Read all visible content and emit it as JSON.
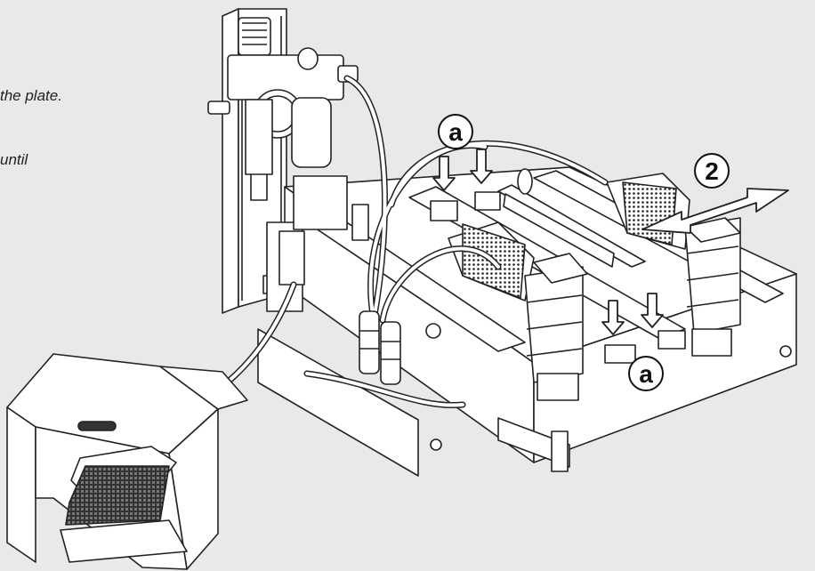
{
  "instructions": {
    "line1": "the plate.",
    "line2": "until"
  },
  "callouts": {
    "a_top": "a",
    "a_bottom": "a",
    "step": "2"
  }
}
